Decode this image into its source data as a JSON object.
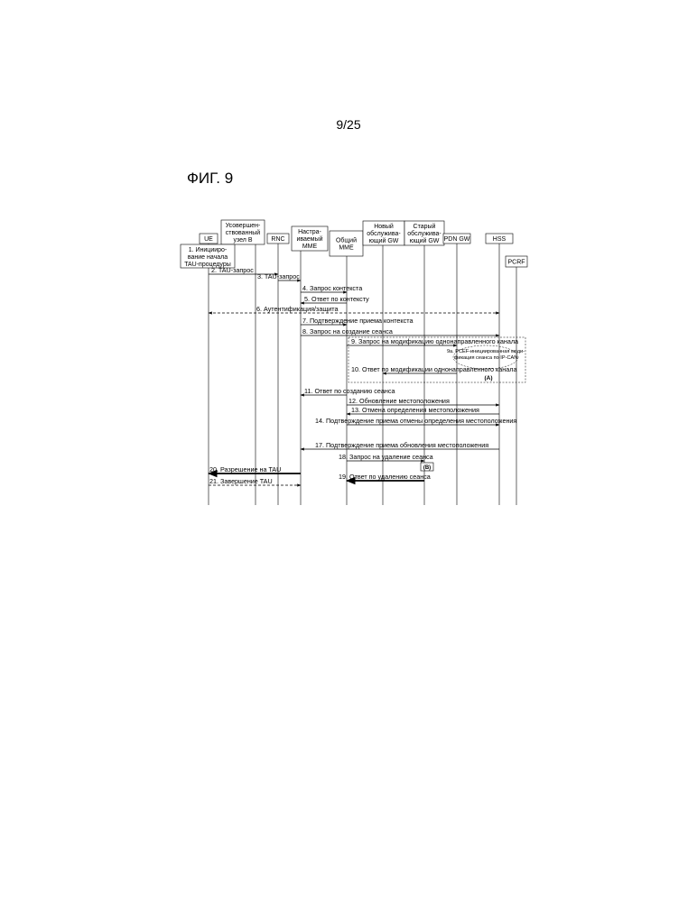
{
  "page_number": "9/25",
  "figure_title": "ФИГ. 9",
  "entities": [
    {
      "id": "ue",
      "lines": [
        "UE"
      ]
    },
    {
      "id": "enb",
      "lines": [
        "Усовершен-",
        "ствованный",
        "узел B"
      ]
    },
    {
      "id": "rnc",
      "lines": [
        "RNC"
      ]
    },
    {
      "id": "cmme",
      "lines": [
        "Настра-",
        "иваемый",
        "MME"
      ]
    },
    {
      "id": "gmme",
      "lines": [
        "Общий",
        "MME"
      ]
    },
    {
      "id": "nsgw",
      "lines": [
        "Новый",
        "обслужива-",
        "ющий GW"
      ]
    },
    {
      "id": "osgw",
      "lines": [
        "Старый",
        "обслужива-",
        "ющий GW"
      ]
    },
    {
      "id": "pgw",
      "lines": [
        "PDN GW"
      ]
    },
    {
      "id": "hss",
      "lines": [
        "HSS"
      ]
    },
    {
      "id": "pcrf",
      "lines": [
        "PCRF"
      ]
    }
  ],
  "trigger_box": {
    "lines": [
      "1. Иницииро-",
      "вание начала",
      "TAU-процедуры"
    ]
  },
  "messages": [
    {
      "label": "2. TAU-запрос"
    },
    {
      "label": "3. TAU-запрос"
    },
    {
      "label": "4. Запрос контекста"
    },
    {
      "label": "5. Ответ по контексту"
    },
    {
      "label": "6. Аутентификация/защита"
    },
    {
      "label": "7. Подтверждение приема контекста"
    },
    {
      "label": "8. Запрос на создание сеанса"
    },
    {
      "label": "9. Запрос на модификацию однонаправленного канала"
    },
    {
      "label": "10. Ответ по модификации однонаправленного канала"
    },
    {
      "label": "11. Ответ по созданию сеанса"
    },
    {
      "label": "12. Обновление местоположения"
    },
    {
      "label": "13. Отмена определения местоположения"
    },
    {
      "label": "14. Подтверждение приема отмены определения местоположения"
    },
    {
      "label": "17. Подтверждение приема обновления местоположения"
    },
    {
      "label": "18. Запрос на удаление сеанса"
    },
    {
      "label": "19. Ответ по удалению сеанса"
    },
    {
      "label": "20. Разрешение на TAU"
    },
    {
      "label": "21. Завершение TAU"
    }
  ],
  "pcef_note": {
    "lines": [
      "9a. PCEF-инициированная моди-",
      "фикация сеанса по IP-CAN"
    ]
  },
  "marker_a": "(A)",
  "marker_b": "(B)"
}
